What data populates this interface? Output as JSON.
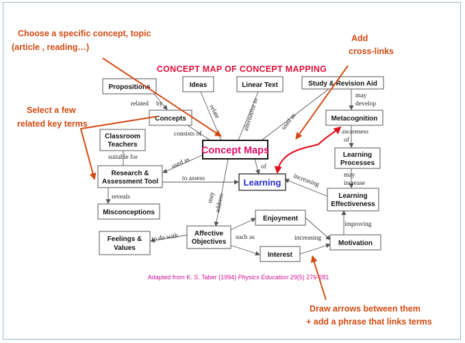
{
  "title": "CONCEPT MAP OF CONCEPT MAPPING",
  "credit": {
    "prefix": "Adapted from K. S. Taber (1994) ",
    "journal": "Physics Education",
    "suffix": " 29(5) 276-281"
  },
  "nodes": {
    "propositions": "Propositions",
    "ideas": "Ideas",
    "linear_text": "Linear Text",
    "study_aid": "Study & Revision Aid",
    "concepts": "Concepts",
    "metacognition": "Metacognition",
    "classroom_teachers": [
      "Classroom",
      "Teachers"
    ],
    "concept_maps": "Concept Maps",
    "learning_processes": [
      "Learning",
      "Processes"
    ],
    "research_tool": [
      "Research &",
      "Assessment Tool"
    ],
    "learning": "Learning",
    "learning_effectiveness": [
      "Learning",
      "Effectiveness"
    ],
    "misconceptions": "Misconceptions",
    "enjoyment": "Enjoyment",
    "feelings_values": [
      "Feelings &",
      "Values"
    ],
    "affective_objectives": [
      "Affective",
      "Objectives"
    ],
    "motivation": "Motivation",
    "interest": "Interest"
  },
  "links": {
    "related": "related",
    "by": "by",
    "relate": "relate",
    "alternative_to": "alternative to",
    "used_as_top": "used as",
    "may_develop": [
      "may",
      "develop"
    ],
    "consists_of": "consists of",
    "awareness_of": [
      "awareness",
      "of"
    ],
    "suitable_for": "suitable for",
    "used_as_left": "used as",
    "of": "of",
    "to_assess": "to assess",
    "increasing_right": "increasing",
    "may_increase": [
      "may",
      "increase"
    ],
    "reveals": "reveals",
    "may_address": [
      "may",
      "address"
    ],
    "improving": "improving",
    "to_do_with": "to do with",
    "such_as": "such as",
    "increasing_bottom": "increasing"
  },
  "annotations": {
    "choose": [
      "Choose a specific concept, topic",
      "(article , reading…)"
    ],
    "add": [
      "Add",
      "cross-links"
    ],
    "select": [
      "Select a few",
      "related key terms"
    ],
    "draw": [
      "Draw arrows between them",
      "+ add a phrase that links terms"
    ]
  },
  "colors": {
    "title": "#e0103c",
    "concept_maps_text": "#e0106a",
    "learning_text": "#2a2ad0",
    "annotation": "#d24a12",
    "cross_link": "#e0101e",
    "credit": "#d01090"
  }
}
